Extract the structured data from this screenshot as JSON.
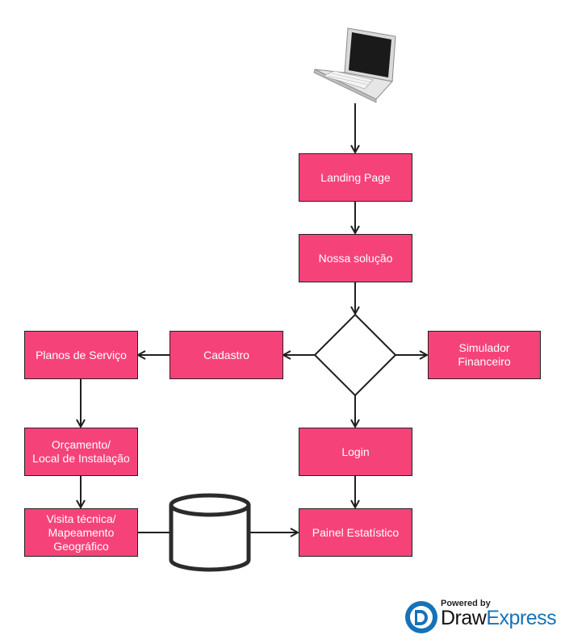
{
  "colors": {
    "node_fill": "#f5437a",
    "stroke": "#1f1f1f",
    "brand_blue": "#1672b8"
  },
  "nodes": {
    "landing": "Landing Page",
    "solucao": "Nossa solução",
    "simulador": "Simulador\nFinanceiro",
    "cadastro": "Cadastro",
    "planos": "Planos de Serviço",
    "orcamento": "Orçamento/\nLocal de Instalação",
    "visita": "Visita técnica/\nMapeamento\nGeográfico",
    "login": "Login",
    "painel": "Painel Estatístico"
  },
  "icons": [
    "laptop-icon",
    "decision-diamond",
    "database-icon",
    "drawexpress-logo-icon"
  ],
  "branding": {
    "powered_by": "Powered by",
    "brand_part1": "Draw",
    "brand_part2": "Express"
  }
}
